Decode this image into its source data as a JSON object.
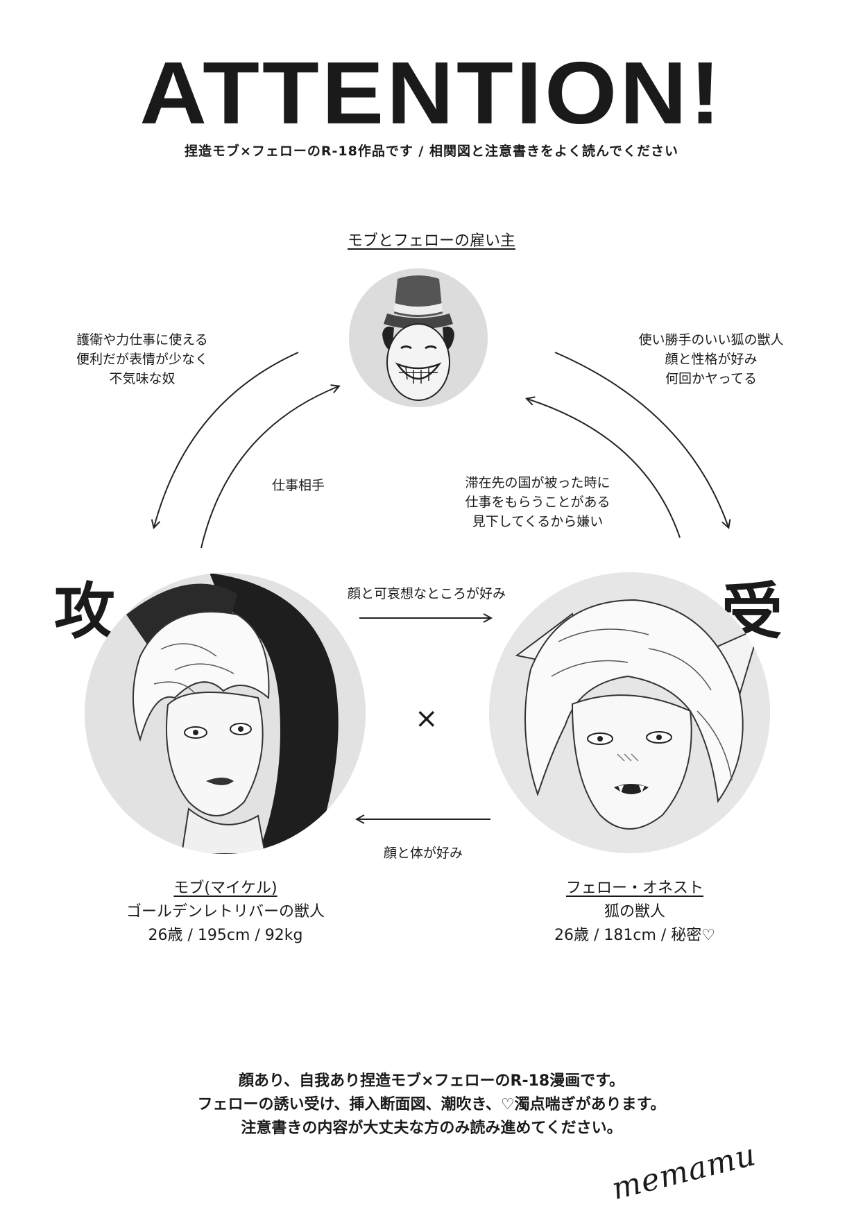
{
  "header": {
    "title": "ATTENTION!",
    "subtitle": "捏造モブ×フェローのR-18作品です / 相関図と注意書きをよく読んでください"
  },
  "employer": {
    "title": "モブとフェローの雇い主"
  },
  "relations": {
    "employer_to_mob": [
      "護衛や力仕事に使える",
      "便利だが表情が少なく",
      "不気味な奴"
    ],
    "employer_to_fellow": [
      "使い勝手のいい狐の獣人",
      "顔と性格が好み",
      "何回かヤってる"
    ],
    "mob_to_employer": [
      "仕事相手"
    ],
    "fellow_to_employer": [
      "滞在先の国が被った時に",
      "仕事をもらうことがある",
      "見下してくるから嫌い"
    ],
    "mob_to_fellow": "顔と可哀想なところが好み",
    "fellow_to_mob": "顔と体が好み"
  },
  "pairing": {
    "top_mark": "攻",
    "bottom_mark": "受",
    "cross": "×"
  },
  "mob": {
    "name": "モブ(マイケル)",
    "species": "ゴールデンレトリバーの獣人",
    "stats": "26歳 / 195cm / 92kg"
  },
  "fellow": {
    "name": "フェロー・オネスト",
    "species": "狐の獣人",
    "stats": "26歳 / 181cm / 秘密♡"
  },
  "notice": [
    "顔あり、自我あり捏造モブ×フェローのR-18漫画です。",
    "フェローの誘い受け、挿入断面図、潮吹き、♡濁点喘ぎがあります。",
    "注意書きの内容が大丈夫な方のみ読み進めてください。"
  ],
  "signature": "memamu"
}
